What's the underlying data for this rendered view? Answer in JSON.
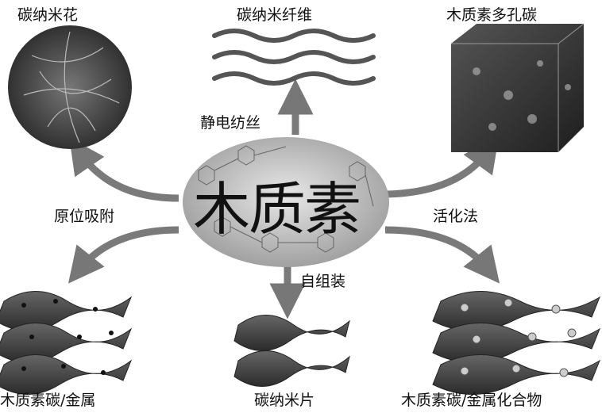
{
  "center": {
    "title": "木质素"
  },
  "products": {
    "top_left": "碳纳米花",
    "top_center": "碳纳米纤维",
    "top_right": "木质素多孔碳",
    "bottom_left": "木质素碳/金属",
    "bottom_center": "碳纳米片",
    "bottom_right": "木质素碳/金属化合物"
  },
  "methods": {
    "electrospinning": "静电纺丝",
    "in_situ_adsorption": "原位吸附",
    "activation": "活化法",
    "self_assembly": "自组装"
  }
}
